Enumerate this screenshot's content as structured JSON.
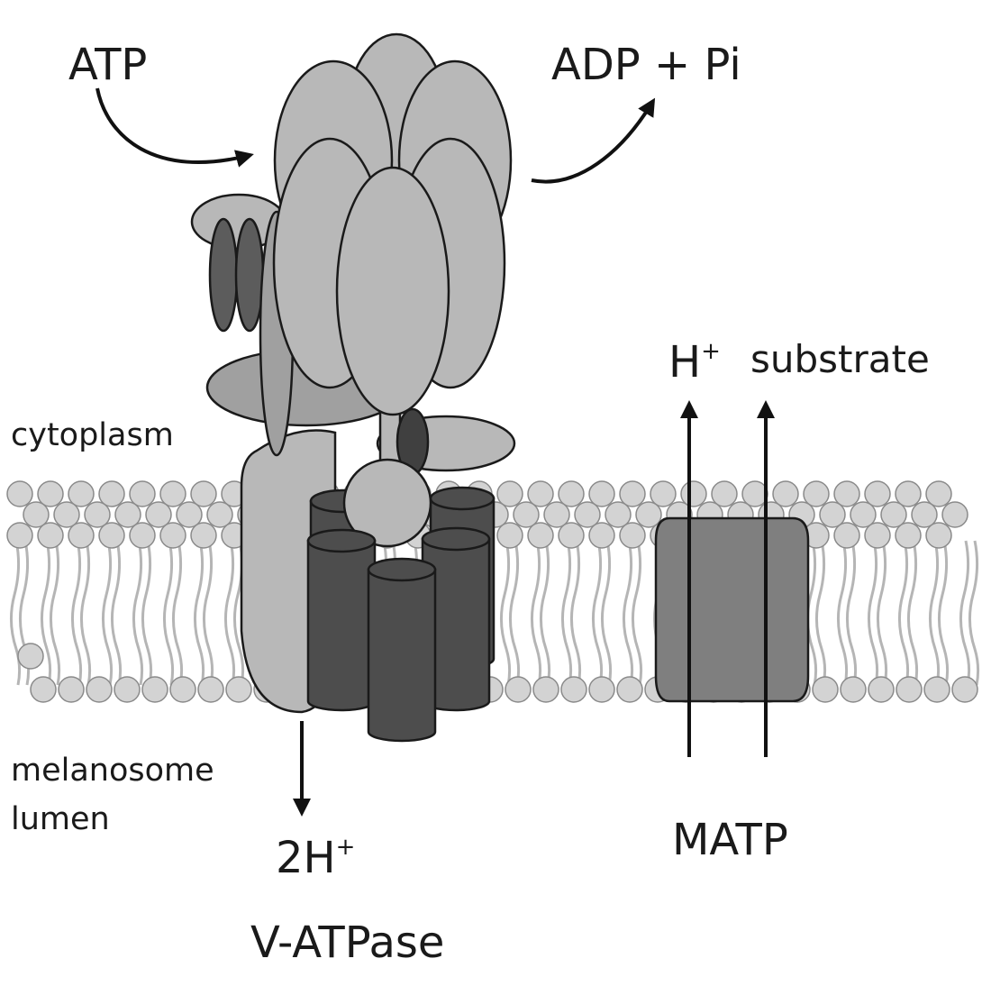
{
  "labels": {
    "atp": "ATP",
    "adp_pi": "ADP + Pi",
    "h_plus": "H",
    "h_plus_sup": "+",
    "substrate": "substrate",
    "cytoplasm": "cytoplasm",
    "lumen_line1": "melanosome",
    "lumen_line2": "lumen",
    "two_h": "2H",
    "two_h_sup": "+",
    "v_atpase": "V-ATPase",
    "matp": "MATP"
  },
  "colors": {
    "membrane_head": "#d3d3d3",
    "membrane_tail": "#b5b5b5",
    "v1_light": "#b8b8b8",
    "v1_mid": "#a0a0a0",
    "subunit_dark": "#5c5c5c",
    "v0_ring": "#4d4d4d",
    "matp_body": "#7f7f7f",
    "outline": "#1a1a1a"
  }
}
